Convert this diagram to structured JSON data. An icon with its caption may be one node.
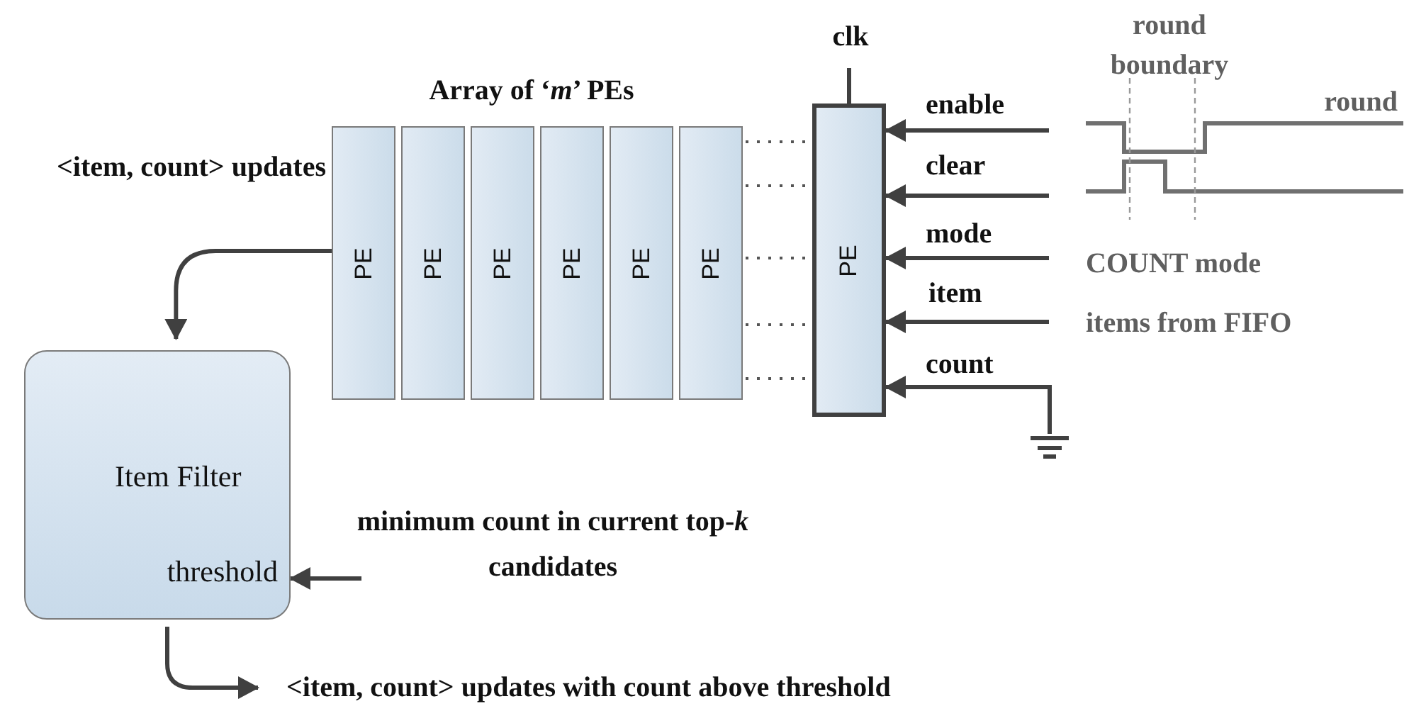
{
  "diagram": {
    "nodes": [
      {
        "text": [
          "PE"
        ]
      },
      {
        "text": [
          "PE"
        ]
      },
      {
        "text": [
          "PE"
        ]
      },
      {
        "text": [
          "PE"
        ]
      },
      {
        "text": [
          "PE"
        ]
      },
      {
        "text": [
          "PE"
        ]
      },
      {
        "text": [
          "PE"
        ]
      },
      {
        "text": [
          "Item Filter",
          "threshold"
        ]
      },
      {
        "text": [],
        "shape": "ground"
      }
    ],
    "edges": [
      {
        "from": 0,
        "to": 7,
        "arrow": "to",
        "label": "<item, count> updates"
      },
      {
        "from": 5,
        "to": 6,
        "arrow": "none",
        "style": "dashed"
      },
      {
        "from": 5,
        "to": 6,
        "arrow": "none",
        "style": "dashed"
      },
      {
        "from": 5,
        "to": 6,
        "arrow": "none",
        "style": "dashed"
      },
      {
        "from": 5,
        "to": 6,
        "arrow": "none",
        "style": "dashed"
      },
      {
        "from": 5,
        "to": 6,
        "arrow": "none",
        "style": "dashed"
      },
      {
        "from": null,
        "to": 6,
        "arrow": "none",
        "label": "clk"
      },
      {
        "from": null,
        "to": 6,
        "arrow": "to",
        "label": "enable"
      },
      {
        "from": null,
        "to": 6,
        "arrow": "to",
        "label": "clear"
      },
      {
        "from": null,
        "to": 6,
        "arrow": "to",
        "label": "mode"
      },
      {
        "from": null,
        "to": 6,
        "arrow": "to",
        "label": "item"
      },
      {
        "from": 8,
        "to": 6,
        "arrow": "to",
        "label": "count"
      },
      {
        "from": null,
        "to": 7,
        "arrow": "to",
        "label": "minimum count in current top-*k* candidates"
      },
      {
        "from": 7,
        "to": null,
        "arrow": "to",
        "label": "<item, count> updates with count above threshold"
      }
    ],
    "labels": [
      "Array of ‘*m*’ PEs",
      "round boundary",
      "round",
      "COUNT mode",
      "items from FIFO"
    ]
  }
}
